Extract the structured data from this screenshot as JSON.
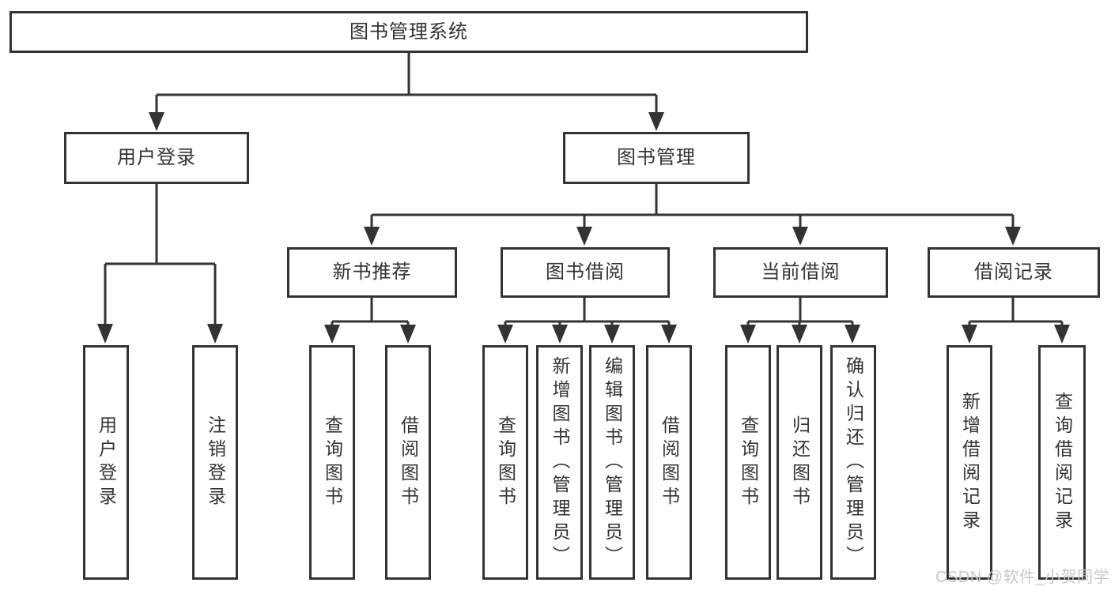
{
  "diagram_type": "functional-structure-tree",
  "tree": {
    "label": "图书管理系统",
    "children": [
      {
        "label": "用户登录",
        "children": [
          {
            "label": "用户登录"
          },
          {
            "label": "注销登录"
          }
        ]
      },
      {
        "label": "图书管理",
        "children": [
          {
            "label": "新书推荐",
            "children": [
              {
                "label": "查询图书"
              },
              {
                "label": "借阅图书"
              }
            ]
          },
          {
            "label": "图书借阅",
            "children": [
              {
                "label": "查询图书"
              },
              {
                "label": "新增图书（管理员）"
              },
              {
                "label": "编辑图书（管理员）"
              },
              {
                "label": "借阅图书"
              }
            ]
          },
          {
            "label": "当前借阅",
            "children": [
              {
                "label": "查询图书"
              },
              {
                "label": "归还图书"
              },
              {
                "label": "确认归还（管理员）"
              }
            ]
          },
          {
            "label": "借阅记录",
            "children": [
              {
                "label": "新增借阅记录"
              },
              {
                "label": "查询借阅记录"
              }
            ]
          }
        ]
      }
    ]
  },
  "watermark": {
    "text": "CSDN @软件_小贺同学",
    "color": "#c8c8c8"
  },
  "colors": {
    "line": "#333333",
    "box_border": "#333333",
    "text": "#333333",
    "background": "#ffffff"
  }
}
